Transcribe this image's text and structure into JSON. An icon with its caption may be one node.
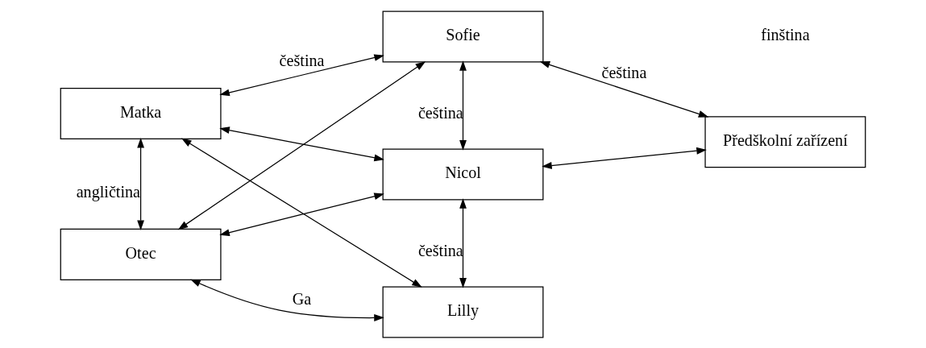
{
  "diagram": {
    "nodes": [
      {
        "text": [
          "Matka"
        ]
      },
      {
        "text": [
          "Otec"
        ]
      },
      {
        "text": [
          "Sofie"
        ]
      },
      {
        "text": [
          "Nicol"
        ]
      },
      {
        "text": [
          "Lilly"
        ]
      },
      {
        "text": [
          "Předškolní zařízení"
        ]
      }
    ],
    "edges": [
      {
        "from": 0,
        "to": 2,
        "arrow": "both",
        "label": "čeština"
      },
      {
        "from": 0,
        "to": 3,
        "arrow": "both"
      },
      {
        "from": 0,
        "to": 4,
        "arrow": "both"
      },
      {
        "from": 0,
        "to": 1,
        "arrow": "both",
        "label": "angličtina"
      },
      {
        "from": 1,
        "to": 2,
        "arrow": "both"
      },
      {
        "from": 1,
        "to": 3,
        "arrow": "both"
      },
      {
        "from": 1,
        "to": 4,
        "arrow": "both",
        "label": "Ga"
      },
      {
        "from": 2,
        "to": 3,
        "arrow": "both",
        "label": "čeština"
      },
      {
        "from": 3,
        "to": 4,
        "arrow": "both",
        "label": "čeština"
      },
      {
        "from": 2,
        "to": 5,
        "arrow": "both",
        "label": "čeština"
      },
      {
        "from": 3,
        "to": 5,
        "arrow": "both"
      }
    ],
    "labels": [
      "finština"
    ]
  }
}
